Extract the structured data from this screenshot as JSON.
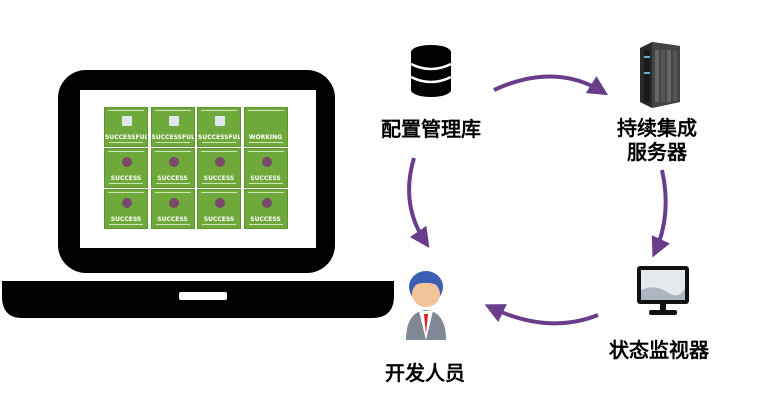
{
  "nodes": {
    "config_db": "配置管理库",
    "ci_server_line1": "持续集成",
    "ci_server_line2": "服务器",
    "monitor": "状态监视器",
    "developer": "开发人员"
  },
  "screen_tiles": [
    {
      "status": "SUCCESSFUL"
    },
    {
      "status": "SUCCESSFUL"
    },
    {
      "status": "SUCCESSFUL"
    },
    {
      "status": "WORKING"
    },
    {
      "status": "SUCCESS"
    },
    {
      "status": "SUCCESS"
    },
    {
      "status": "SUCCESS"
    },
    {
      "status": "SUCCESS"
    },
    {
      "status": "SUCCESS"
    },
    {
      "status": "SUCCESS"
    },
    {
      "status": "SUCCESS"
    },
    {
      "status": "SUCCESS"
    }
  ],
  "colors": {
    "arrow": "#6a3d8a",
    "screen_green": "#6fa83b",
    "laptop": "#000000"
  }
}
